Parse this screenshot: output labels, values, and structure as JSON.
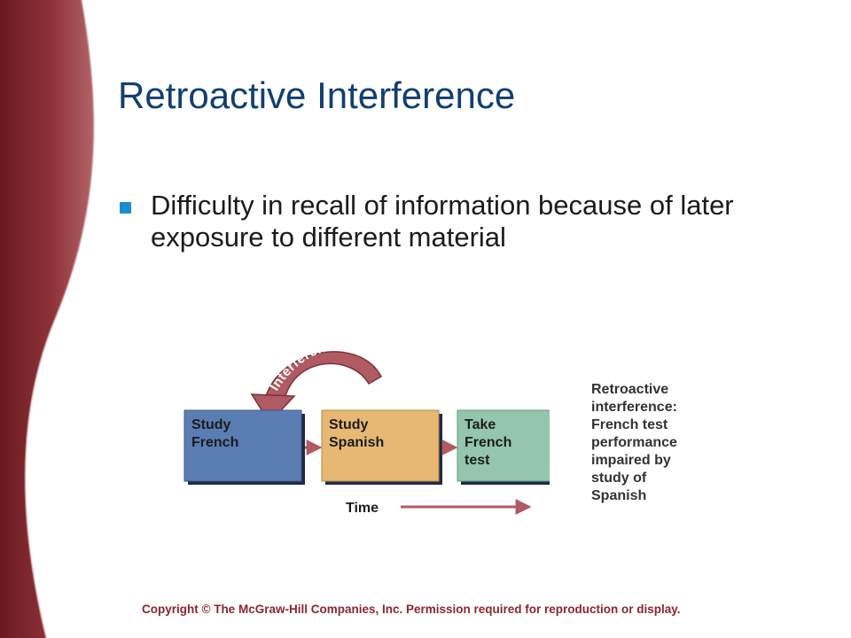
{
  "slide": {
    "title": "Retroactive Interference",
    "bullet": "Difficulty in recall of information because of later exposure to different material"
  },
  "diagram": {
    "arc_label": "Interference",
    "boxes": [
      {
        "lines": [
          "Study",
          "French"
        ],
        "color": "#5a7db3"
      },
      {
        "lines": [
          "Study",
          "Spanish"
        ],
        "color": "#e6b874"
      },
      {
        "lines": [
          "Take",
          "French",
          "test"
        ],
        "color": "#93c6ac"
      }
    ],
    "time_label": "Time",
    "caption_lines": [
      "Retroactive",
      "interference:",
      "French test",
      "performance",
      "impaired by",
      "study of",
      "Spanish"
    ]
  },
  "colors": {
    "title": "#123f6e",
    "bullet_marker": "#1a8dd0",
    "band_dark": "#6e1b22",
    "band_light": "#b86c6f",
    "arrow": "#b05a63",
    "footer": "#8b2630"
  },
  "footer": {
    "copyright": "Copyright © The McGraw-Hill Companies, Inc. Permission required for reproduction or display."
  }
}
